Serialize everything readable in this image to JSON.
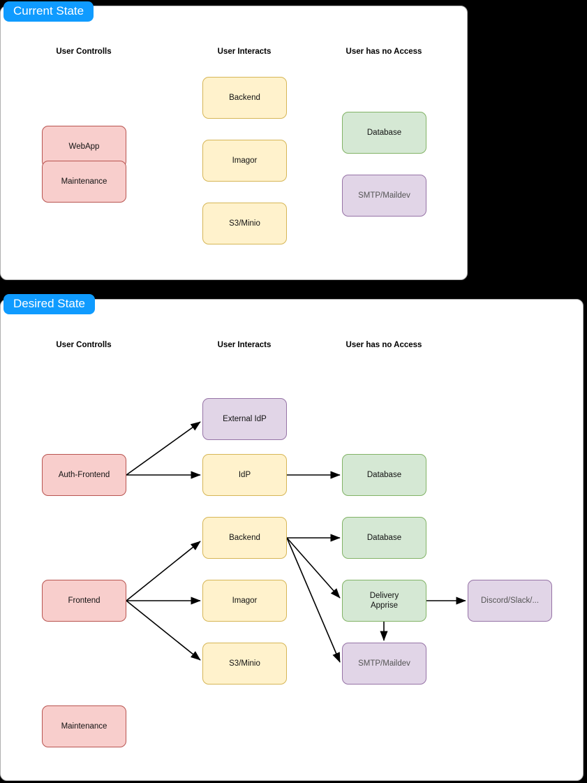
{
  "panels": [
    {
      "id": "current-state",
      "tab_label": "Current State",
      "columns": [
        "User Controlls",
        "User Interacts",
        "User has no Access"
      ],
      "nodes": [
        {
          "id": "webapp",
          "label": "WebApp",
          "color": "red"
        },
        {
          "id": "maintenance",
          "label": "Maintenance",
          "color": "red"
        },
        {
          "id": "backend",
          "label": "Backend",
          "color": "yellow"
        },
        {
          "id": "imagor",
          "label": "Imagor",
          "color": "yellow"
        },
        {
          "id": "s3minio",
          "label": "S3/Minio",
          "color": "yellow"
        },
        {
          "id": "database",
          "label": "Database",
          "color": "green"
        },
        {
          "id": "smtp",
          "label": "SMTP/Maildev",
          "color": "purple"
        }
      ],
      "edges": []
    },
    {
      "id": "desired-state",
      "tab_label": "Desired State",
      "columns": [
        "User Controlls",
        "User Interacts",
        "User has no Access"
      ],
      "nodes": [
        {
          "id": "auth-frontend",
          "label": "Auth-Frontend",
          "color": "red"
        },
        {
          "id": "frontend",
          "label": "Frontend",
          "color": "red"
        },
        {
          "id": "maintenance",
          "label": "Maintenance",
          "color": "red"
        },
        {
          "id": "external-idp",
          "label": "External IdP",
          "color": "purple"
        },
        {
          "id": "idp",
          "label": "IdP",
          "color": "yellow"
        },
        {
          "id": "backend",
          "label": "Backend",
          "color": "yellow"
        },
        {
          "id": "imagor",
          "label": "Imagor",
          "color": "yellow"
        },
        {
          "id": "s3minio",
          "label": "S3/Minio",
          "color": "yellow"
        },
        {
          "id": "database-idp",
          "label": "Database",
          "color": "green"
        },
        {
          "id": "database-be",
          "label": "Database",
          "color": "green"
        },
        {
          "id": "delivery",
          "label": "Delivery\nApprise",
          "label_line1": "Delivery",
          "label_line2": "Apprise",
          "color": "green"
        },
        {
          "id": "smtp",
          "label": "SMTP/Maildev",
          "color": "purple"
        },
        {
          "id": "discord",
          "label": "Discord/Slack/...",
          "color": "purple"
        }
      ],
      "edges": [
        {
          "from": "auth-frontend",
          "to": "external-idp"
        },
        {
          "from": "auth-frontend",
          "to": "idp"
        },
        {
          "from": "idp",
          "to": "database-idp"
        },
        {
          "from": "frontend",
          "to": "backend"
        },
        {
          "from": "frontend",
          "to": "imagor"
        },
        {
          "from": "frontend",
          "to": "s3minio"
        },
        {
          "from": "backend",
          "to": "database-be"
        },
        {
          "from": "backend",
          "to": "delivery"
        },
        {
          "from": "backend",
          "to": "smtp"
        },
        {
          "from": "delivery",
          "to": "discord"
        },
        {
          "from": "delivery",
          "to": "smtp"
        }
      ]
    }
  ],
  "colors": {
    "tab_background": "#0f9bff",
    "tab_text": "#ffffff",
    "panel_background": "#ffffff",
    "canvas_background": "#000000",
    "red_fill": "#f8cecc",
    "red_border": "#b85450",
    "yellow_fill": "#fff2cc",
    "yellow_border": "#d6b656",
    "green_fill": "#d5e8d4",
    "green_border": "#82b366",
    "purple_fill": "#e1d5e7",
    "purple_border": "#9673a6",
    "edge_stroke": "#000000"
  }
}
